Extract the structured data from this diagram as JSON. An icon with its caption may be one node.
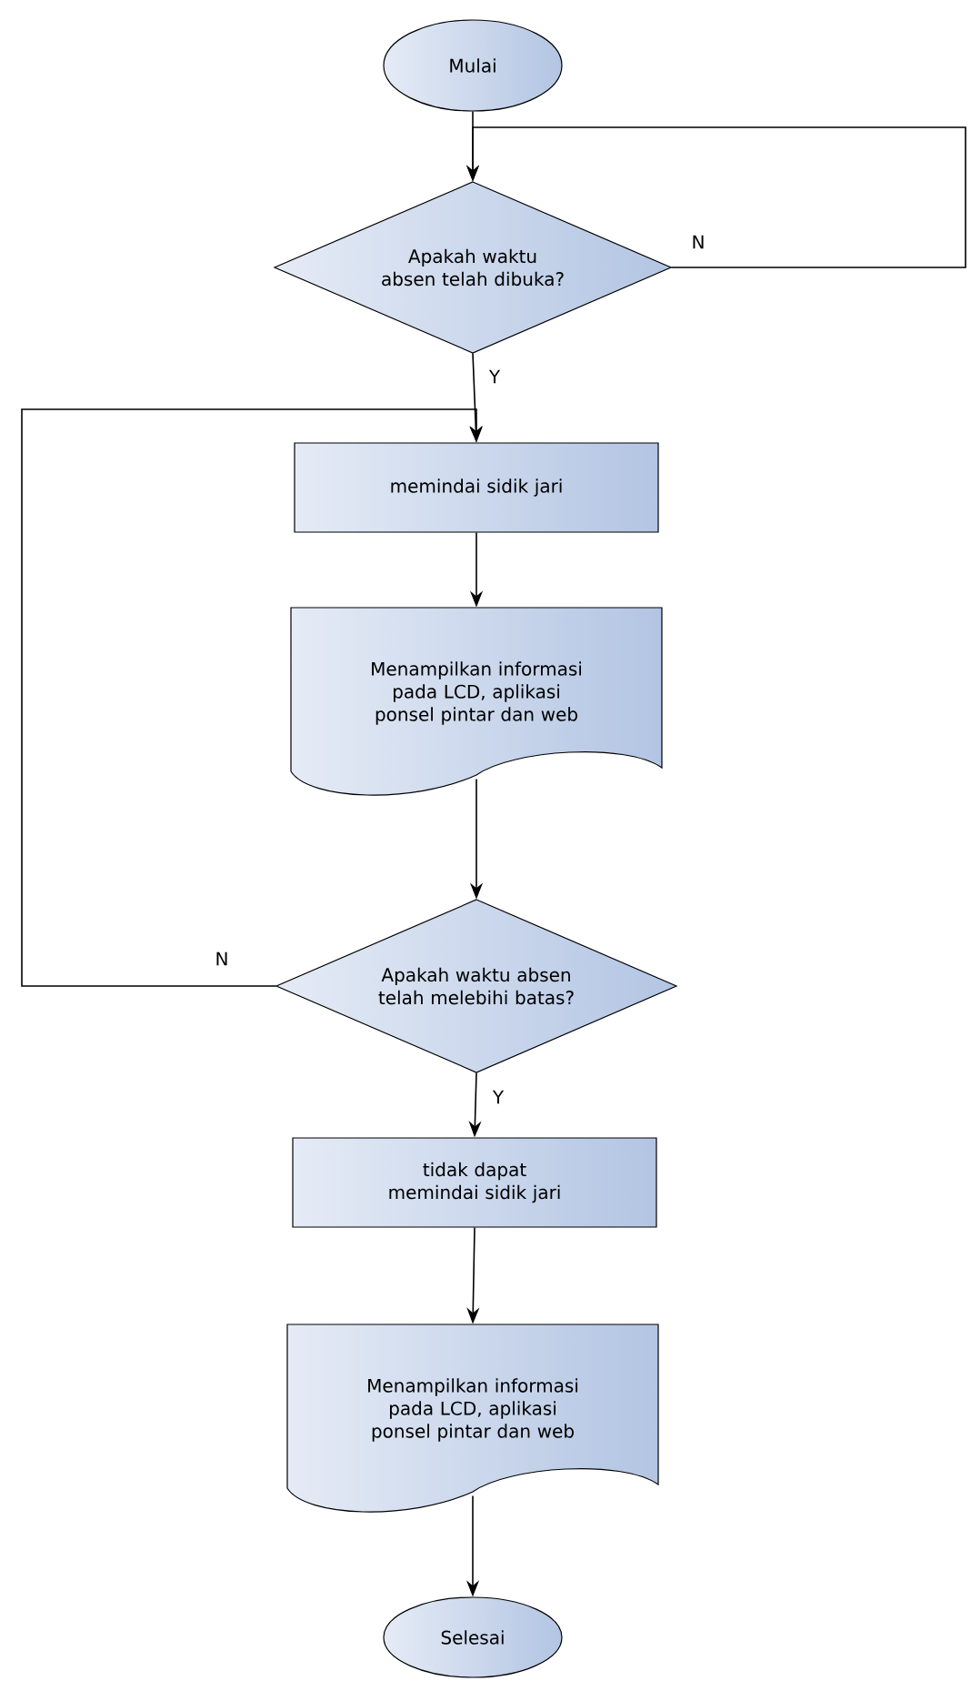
{
  "diagram": {
    "nodes": [
      {
        "text": [
          "Mulai"
        ]
      },
      {
        "text": [
          "Apakah waktu absen telah dibuka?"
        ]
      },
      {
        "text": [
          "memindai sidik jari"
        ]
      },
      {
        "text": [
          "Menampilkan informasi pada LCD, aplikasi ponsel pintar dan web"
        ]
      },
      {
        "text": [
          "Apakah waktu absen telah melebihi batas?"
        ]
      },
      {
        "text": [
          "tidak dapat memindai sidik jari"
        ]
      },
      {
        "text": [
          "Menampilkan informasi pada LCD, aplikasi ponsel pintar dan web"
        ]
      },
      {
        "text": [
          "Selesai"
        ]
      }
    ],
    "edges": [
      {
        "from": 0,
        "to": 1,
        "arrow": "to"
      },
      {
        "from": 1,
        "to": 1,
        "arrow": "to",
        "label": "N"
      },
      {
        "from": 1,
        "to": 2,
        "arrow": "to",
        "label": "Y"
      },
      {
        "from": 2,
        "to": 3,
        "arrow": "to"
      },
      {
        "from": 3,
        "to": 4,
        "arrow": "to"
      },
      {
        "from": 4,
        "to": 2,
        "arrow": "to",
        "label": "N"
      },
      {
        "from": 4,
        "to": 5,
        "arrow": "to",
        "label": "Y"
      },
      {
        "from": 5,
        "to": 6,
        "arrow": "to"
      },
      {
        "from": 6,
        "to": 7,
        "arrow": "to"
      }
    ]
  }
}
